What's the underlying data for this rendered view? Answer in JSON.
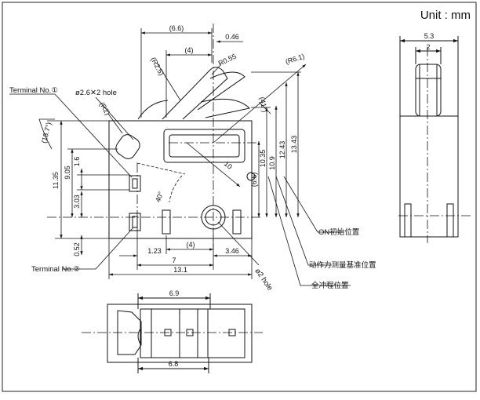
{
  "unit_label": "Unit : mm",
  "labels": {
    "terminal1": "Terminal No.①",
    "terminal2": "Terminal No.②",
    "hole_2_6": "ø2.6✕2 hole",
    "hole_2": "ø2 hole",
    "on_position": "ON初始位置",
    "operating_force_position": "动作力测量基准位置",
    "full_stroke_position": "全冲程位置"
  },
  "dims": {
    "d6_6": "(6.6)",
    "d0_46": "0.46",
    "d4_top": "(4)",
    "r0_55": "R0.55",
    "r2_5": "(R2.5)",
    "r6_1": "(R6.1)",
    "r2": "(R2)",
    "d18_7": "(18.7°)",
    "d41": "(41°)",
    "d11_35": "11.35",
    "d9_05": "9.05",
    "d1_6": "1.6",
    "d3_03": "3.03",
    "d0_52": "0.52",
    "d40": "40°",
    "d10": "10",
    "d6_6v": "(6.6)",
    "d10_35": "10.35",
    "d10_9": "10.9",
    "d12_43": "12.43",
    "d13_43": "13.43",
    "d1_23": "1.23",
    "d4_bot": "(4)",
    "d7": "7",
    "d3_46": "3.46",
    "d13_1": "13.1",
    "d6_9": "6.9",
    "d6_8": "6.8",
    "d5_3": "5.3",
    "d2": "2"
  }
}
